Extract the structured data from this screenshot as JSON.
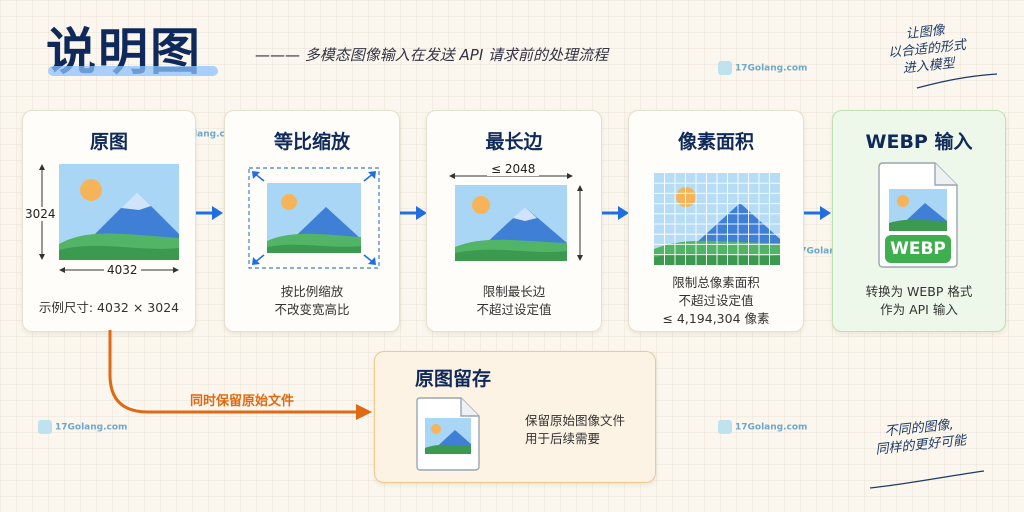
{
  "header": {
    "title": "说明图",
    "subtitle": "——— 多模态图像输入在发送 API 请求前的处理流程"
  },
  "notes": {
    "top_right": [
      "让图像",
      "以合适的形式",
      "进入模型"
    ],
    "bottom_right": [
      "不同的图像,",
      "同样的更好可能"
    ]
  },
  "watermark": {
    "site": "17Golang.com",
    "tagline": ""
  },
  "steps": [
    {
      "title": "原图",
      "height_label": "3024",
      "width_label": "4032",
      "desc": [
        "示例尺寸: 4032 × 3024"
      ]
    },
    {
      "title": "等比缩放",
      "desc": [
        "按比例缩放",
        "不改变宽高比"
      ]
    },
    {
      "title": "最长边",
      "dim_label": "≤ 2048",
      "desc": [
        "限制最长边",
        "不超过设定值"
      ]
    },
    {
      "title": "像素面积",
      "desc": [
        "限制总像素面积",
        "不超过设定值",
        "≤ 4,194,304 像素"
      ]
    },
    {
      "title": "WEBP 输入",
      "badge": "WEBP",
      "desc": [
        "转换为 WEBP 格式",
        "作为 API 输入"
      ]
    }
  ],
  "keep": {
    "title": "原图留存",
    "arrow_label": "同时保留原始文件",
    "desc": [
      "保留原始图像文件",
      "用于后续需要"
    ]
  },
  "colors": {
    "primary": "#0f2a5a",
    "arrow_blue": "#1f6fe0",
    "arrow_orange": "#e06a12",
    "green_card_bg": "#eef8ea",
    "green_card_border": "#bfe0b4",
    "keep_card_bg": "#fdf3e4",
    "keep_card_border": "#f0c98f",
    "webp_green": "#3fae4f"
  }
}
